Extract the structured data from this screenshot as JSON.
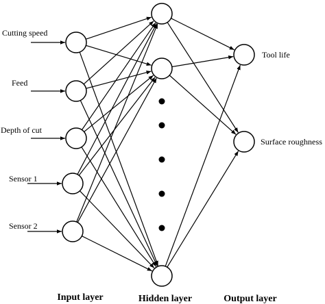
{
  "diagram": {
    "inputs": [
      "Cutting speed",
      "Feed",
      "Depth of cut",
      "Sensor 1",
      "Sensor 2"
    ],
    "hidden_count": 3,
    "outputs": [
      "Tool life",
      "Surface roughness"
    ],
    "layers": {
      "input": "Input layer",
      "hidden": "Hidden layer",
      "output": "Output layer"
    }
  }
}
